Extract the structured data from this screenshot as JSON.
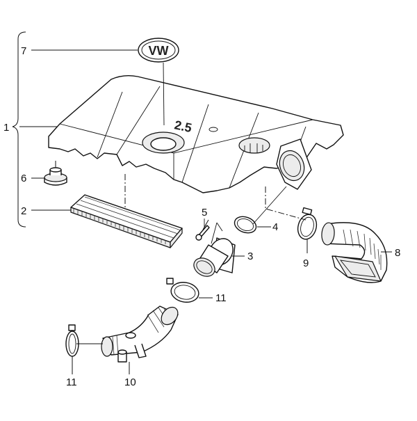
{
  "diagram": {
    "callouts": [
      {
        "id": "c1",
        "label": "1"
      },
      {
        "id": "c2",
        "label": "2"
      },
      {
        "id": "c3",
        "label": "3"
      },
      {
        "id": "c4",
        "label": "4"
      },
      {
        "id": "c5",
        "label": "5"
      },
      {
        "id": "c6",
        "label": "6"
      },
      {
        "id": "c7",
        "label": "7"
      },
      {
        "id": "c8",
        "label": "8"
      },
      {
        "id": "c9",
        "label": "9"
      },
      {
        "id": "c10",
        "label": "10"
      },
      {
        "id": "c11a",
        "label": "11"
      },
      {
        "id": "c11b",
        "label": "11"
      }
    ],
    "engine_cover_marking": "2.5",
    "emblem_letters": "VW"
  }
}
